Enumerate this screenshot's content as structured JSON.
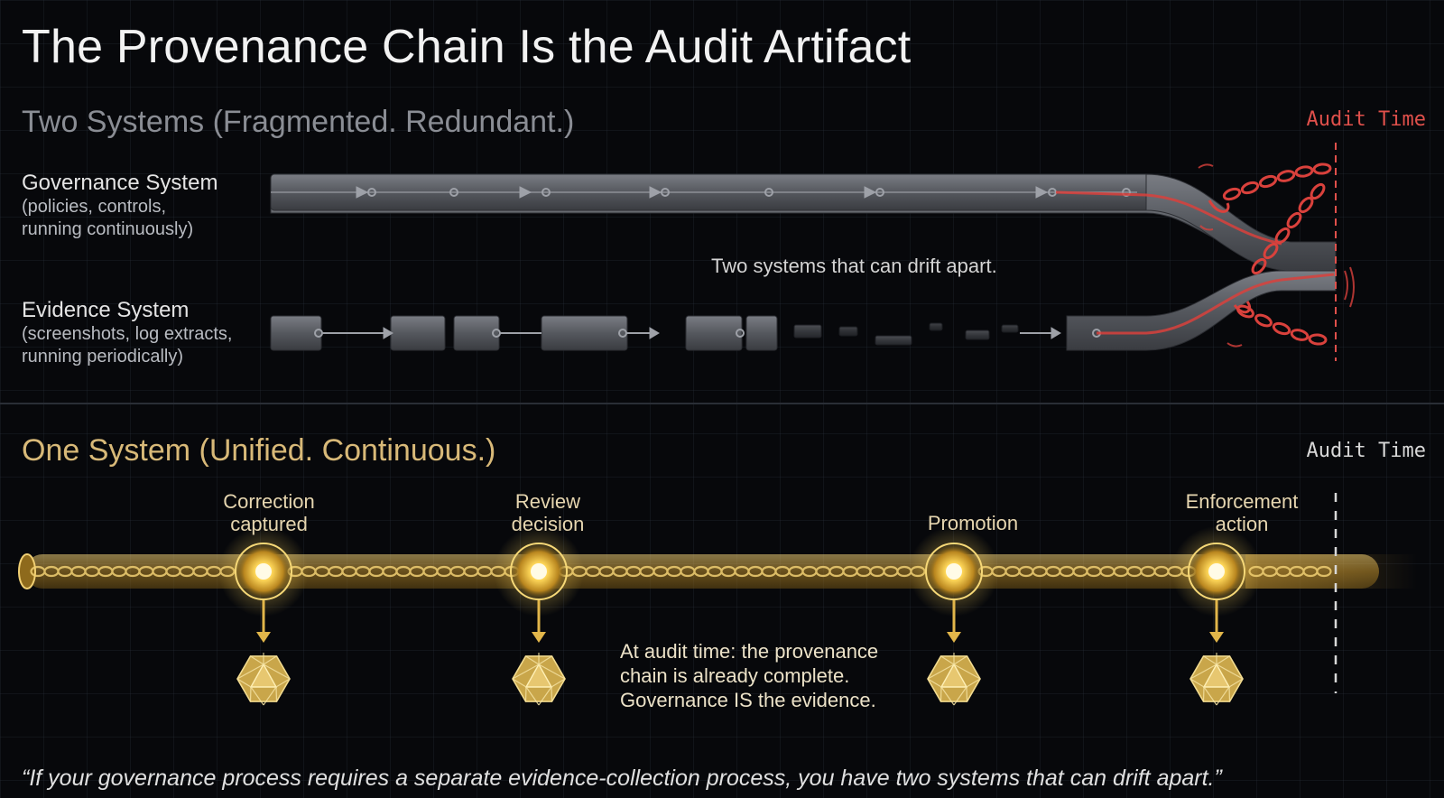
{
  "title": "The Provenance Chain Is the Audit Artifact",
  "top_section": {
    "title": "Two Systems (Fragmented. Redundant.)",
    "audit_time_label": "Audit Time",
    "governance": {
      "name": "Governance System",
      "description_lines": [
        "(policies, controls,",
        "running continuously)"
      ]
    },
    "evidence": {
      "name": "Evidence System",
      "description_lines": [
        "(screenshots, log extracts,",
        "running periodically)"
      ]
    },
    "drift_note": "Two systems that can drift apart.",
    "colors": {
      "pipe": "#5d6066",
      "chain_red": "#d9413c",
      "audit_red": "#e0504b"
    }
  },
  "bottom_section": {
    "title": "One System (Unified. Continuous.)",
    "audit_time_label": "Audit Time",
    "milestones": [
      {
        "label_lines": [
          "Correction",
          "captured"
        ]
      },
      {
        "label_lines": [
          "Review",
          "decision"
        ]
      },
      {
        "label_lines": [
          "Promotion"
        ]
      },
      {
        "label_lines": [
          "Enforcement",
          "action"
        ]
      }
    ],
    "audit_note_lines": [
      "At audit time: the provenance",
      "chain is already complete.",
      "Governance IS the evidence."
    ],
    "colors": {
      "gold": "#e2b64a",
      "gold_light": "#fff1b0",
      "gem": "#c9a64a"
    }
  },
  "quote": "“If your governance process requires a separate evidence-collection process, you have two systems that can drift apart.”"
}
